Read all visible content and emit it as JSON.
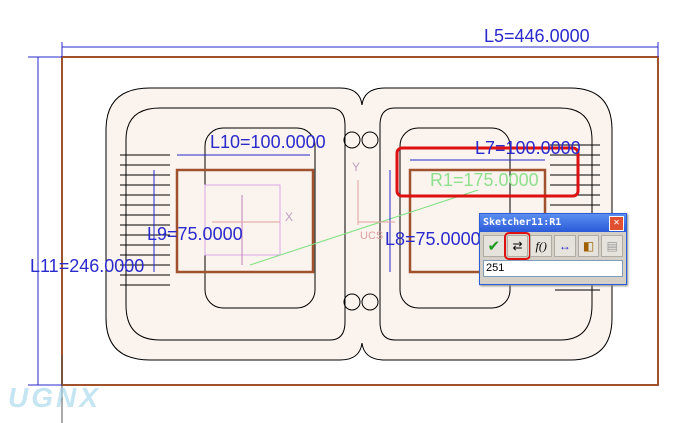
{
  "dimensions": {
    "L5": "L5=446.0000",
    "L11": "L11=246.0000",
    "L10": "L10=100.0000",
    "L7": "L7=100.0000",
    "R1": "R1=175.0000",
    "L9": "L9=75.0000",
    "L8": "L8=75.0000"
  },
  "labels": {
    "ucs": "UCS",
    "axis_x": "X",
    "axis_y": "Y"
  },
  "dialog": {
    "title": "Sketcher11:R1",
    "close": "✕",
    "value": "251",
    "tools": [
      {
        "name": "accept-icon",
        "glyph": "✔"
      },
      {
        "name": "toggle-reference-icon",
        "glyph": "⇄"
      },
      {
        "name": "function-icon",
        "glyph": "f()"
      },
      {
        "name": "lock-dimension-icon",
        "glyph": "↔"
      },
      {
        "name": "properties-icon",
        "glyph": "◧"
      },
      {
        "name": "list-icon",
        "glyph": "▤"
      }
    ]
  },
  "watermark": "UGNX",
  "colors": {
    "border": "#a0522d",
    "dimension": "#2a2acd",
    "highlight": "#dd1111"
  }
}
